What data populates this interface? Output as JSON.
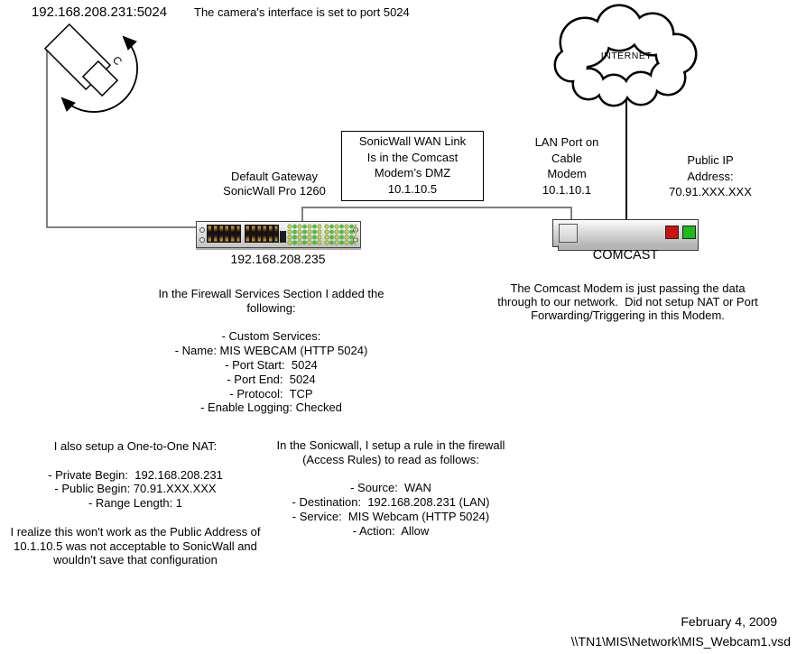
{
  "camera": {
    "ip": "192.168.208.231:5024",
    "lens_label": "C",
    "note": "The camera's interface is set to port 5024"
  },
  "internet_cloud": {
    "label": "INTERNET"
  },
  "wan_link_box": {
    "text": "SonicWall WAN Link\nIs in the Comcast\nModem’s DMZ\n10.1.10.5"
  },
  "lan_port_label": {
    "text": "LAN Port on\nCable\nModem\n10.1.10.1"
  },
  "public_ip_label": {
    "text": "Public IP\nAddress:\n70.91.XXX.XXX"
  },
  "sonicwall": {
    "title": "Default Gateway\nSonicWall Pro 1260",
    "ip": "192.168.208.235"
  },
  "comcast": {
    "name": "COMCAST",
    "note": "The Comcast Modem is just passing the data\nthrough to our network.  Did not setup NAT or Port\nForwarding/Triggering in this Modem."
  },
  "firewall_services_note": "In the Firewall Services Section I added the\nfollowing:\n\n- Custom Services:\n- Name: MIS WEBCAM (HTTP 5024)\n- Port Start:  5024\n- Port End:  5024\n- Protocol:  TCP\n- Enable Logging: Checked",
  "nat_note": "I also setup a One-to-One NAT:\n\n- Private Begin:  192.168.208.231\n- Public Begin: 70.91.XXX.XXX\n- Range Length: 1\n\nI realize this won't work as the Public Address of\n10.1.10.5 was not acceptable to SonicWall and\nwouldn't save that configuration",
  "access_rule_note": "In the Sonicwall, I setup a rule in the firewall\n(Access Rules) to read as follows:\n\n- Source:  WAN\n- Destination:  192.168.208.231 (LAN)\n- Service:  MIS Webcam (HTTP 5024)\n- Action:  Allow",
  "footer": {
    "date": "February 4, 2009",
    "path": "\\\\TN1\\MIS\\Network\\MIS_Webcam1.vsd"
  },
  "colors": {
    "connector_gray": "#808080",
    "connector_black": "#000000",
    "led_green": "#3ecb2e",
    "led_yellow": "#cddd2c",
    "port_orange": "#cf8d2a",
    "lamp_red": "#cc1111",
    "lamp_green": "#1db91d"
  }
}
